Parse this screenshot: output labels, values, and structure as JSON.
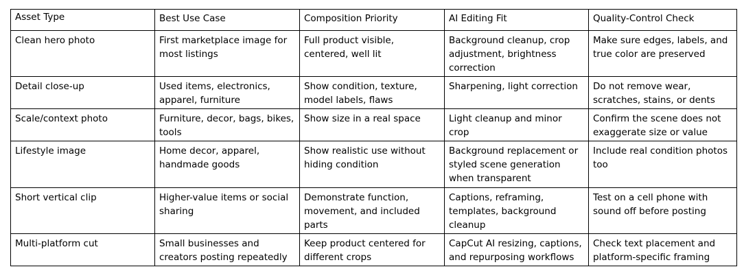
{
  "table": {
    "headers": [
      "Asset Type",
      "Best Use Case",
      "Composition Priority",
      "AI Editing Fit",
      "Quality-Control Check"
    ],
    "rows": [
      [
        "Clean hero photo",
        "First marketplace image for most listings",
        "Full product visible, centered, well lit",
        "Background cleanup, crop adjustment, brightness correction",
        "Make sure edges, labels, and true color are preserved"
      ],
      [
        "Detail close-up",
        "Used items, electronics, apparel, furniture",
        "Show condition, texture, model labels, flaws",
        "Sharpening, light correction",
        "Do not remove wear, scratches, stains, or dents"
      ],
      [
        "Scale/context photo",
        "Furniture, decor, bags, bikes, tools",
        "Show size in a real space",
        "Light cleanup and minor crop",
        "Confirm the scene does not exaggerate size or value"
      ],
      [
        "Lifestyle image",
        "Home decor, apparel, handmade goods",
        "Show realistic use without hiding condition",
        "Background replacement or styled scene generation when transparent",
        "Include real condition photos too"
      ],
      [
        "Short vertical clip",
        "Higher-value items or social sharing",
        "Demonstrate function, movement, and included parts",
        "Captions, reframing, templates, background cleanup",
        "Test on a cell phone with sound off before posting"
      ],
      [
        "Multi-platform cut",
        "Small businesses and creators posting repeatedly",
        "Keep product centered for different crops",
        "CapCut AI resizing, captions, and repurposing workflows",
        "Check text placement and platform-specific framing"
      ]
    ]
  }
}
